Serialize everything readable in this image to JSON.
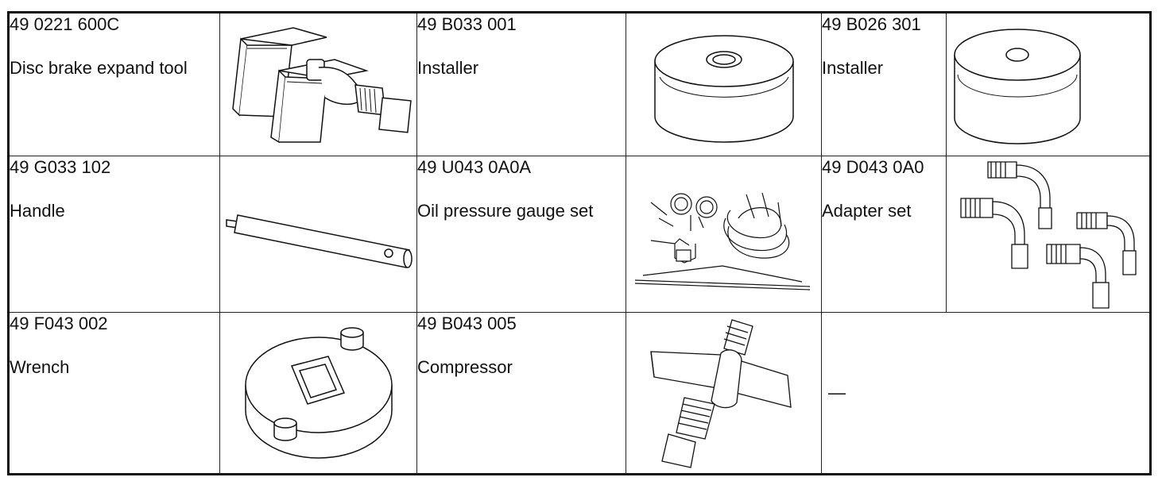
{
  "table": {
    "rows": [
      [
        {
          "number": "49 0221 600C",
          "name": "Disc brake expand tool",
          "icon": "disc-brake-expand-tool-icon"
        },
        {
          "number": "49 B033 001",
          "name": "Installer",
          "icon": "installer-icon"
        },
        {
          "number": "49 B026 301",
          "name": "Installer",
          "icon": "installer-icon"
        }
      ],
      [
        {
          "number": "49 G033 102",
          "name": "Handle",
          "icon": "handle-icon"
        },
        {
          "number": "49 U043 0A0A",
          "name": "Oil pressure gauge set",
          "icon": "oil-pressure-gauge-set-icon"
        },
        {
          "number": "49 D043 0A0",
          "name": "Adapter set",
          "icon": "adapter-set-icon"
        }
      ],
      [
        {
          "number": "49 F043 002",
          "name": "Wrench",
          "icon": "wrench-icon"
        },
        {
          "number": "49 B043 005",
          "name": "Compressor",
          "icon": "compressor-icon"
        },
        {
          "empty_mark": "—"
        }
      ]
    ]
  }
}
